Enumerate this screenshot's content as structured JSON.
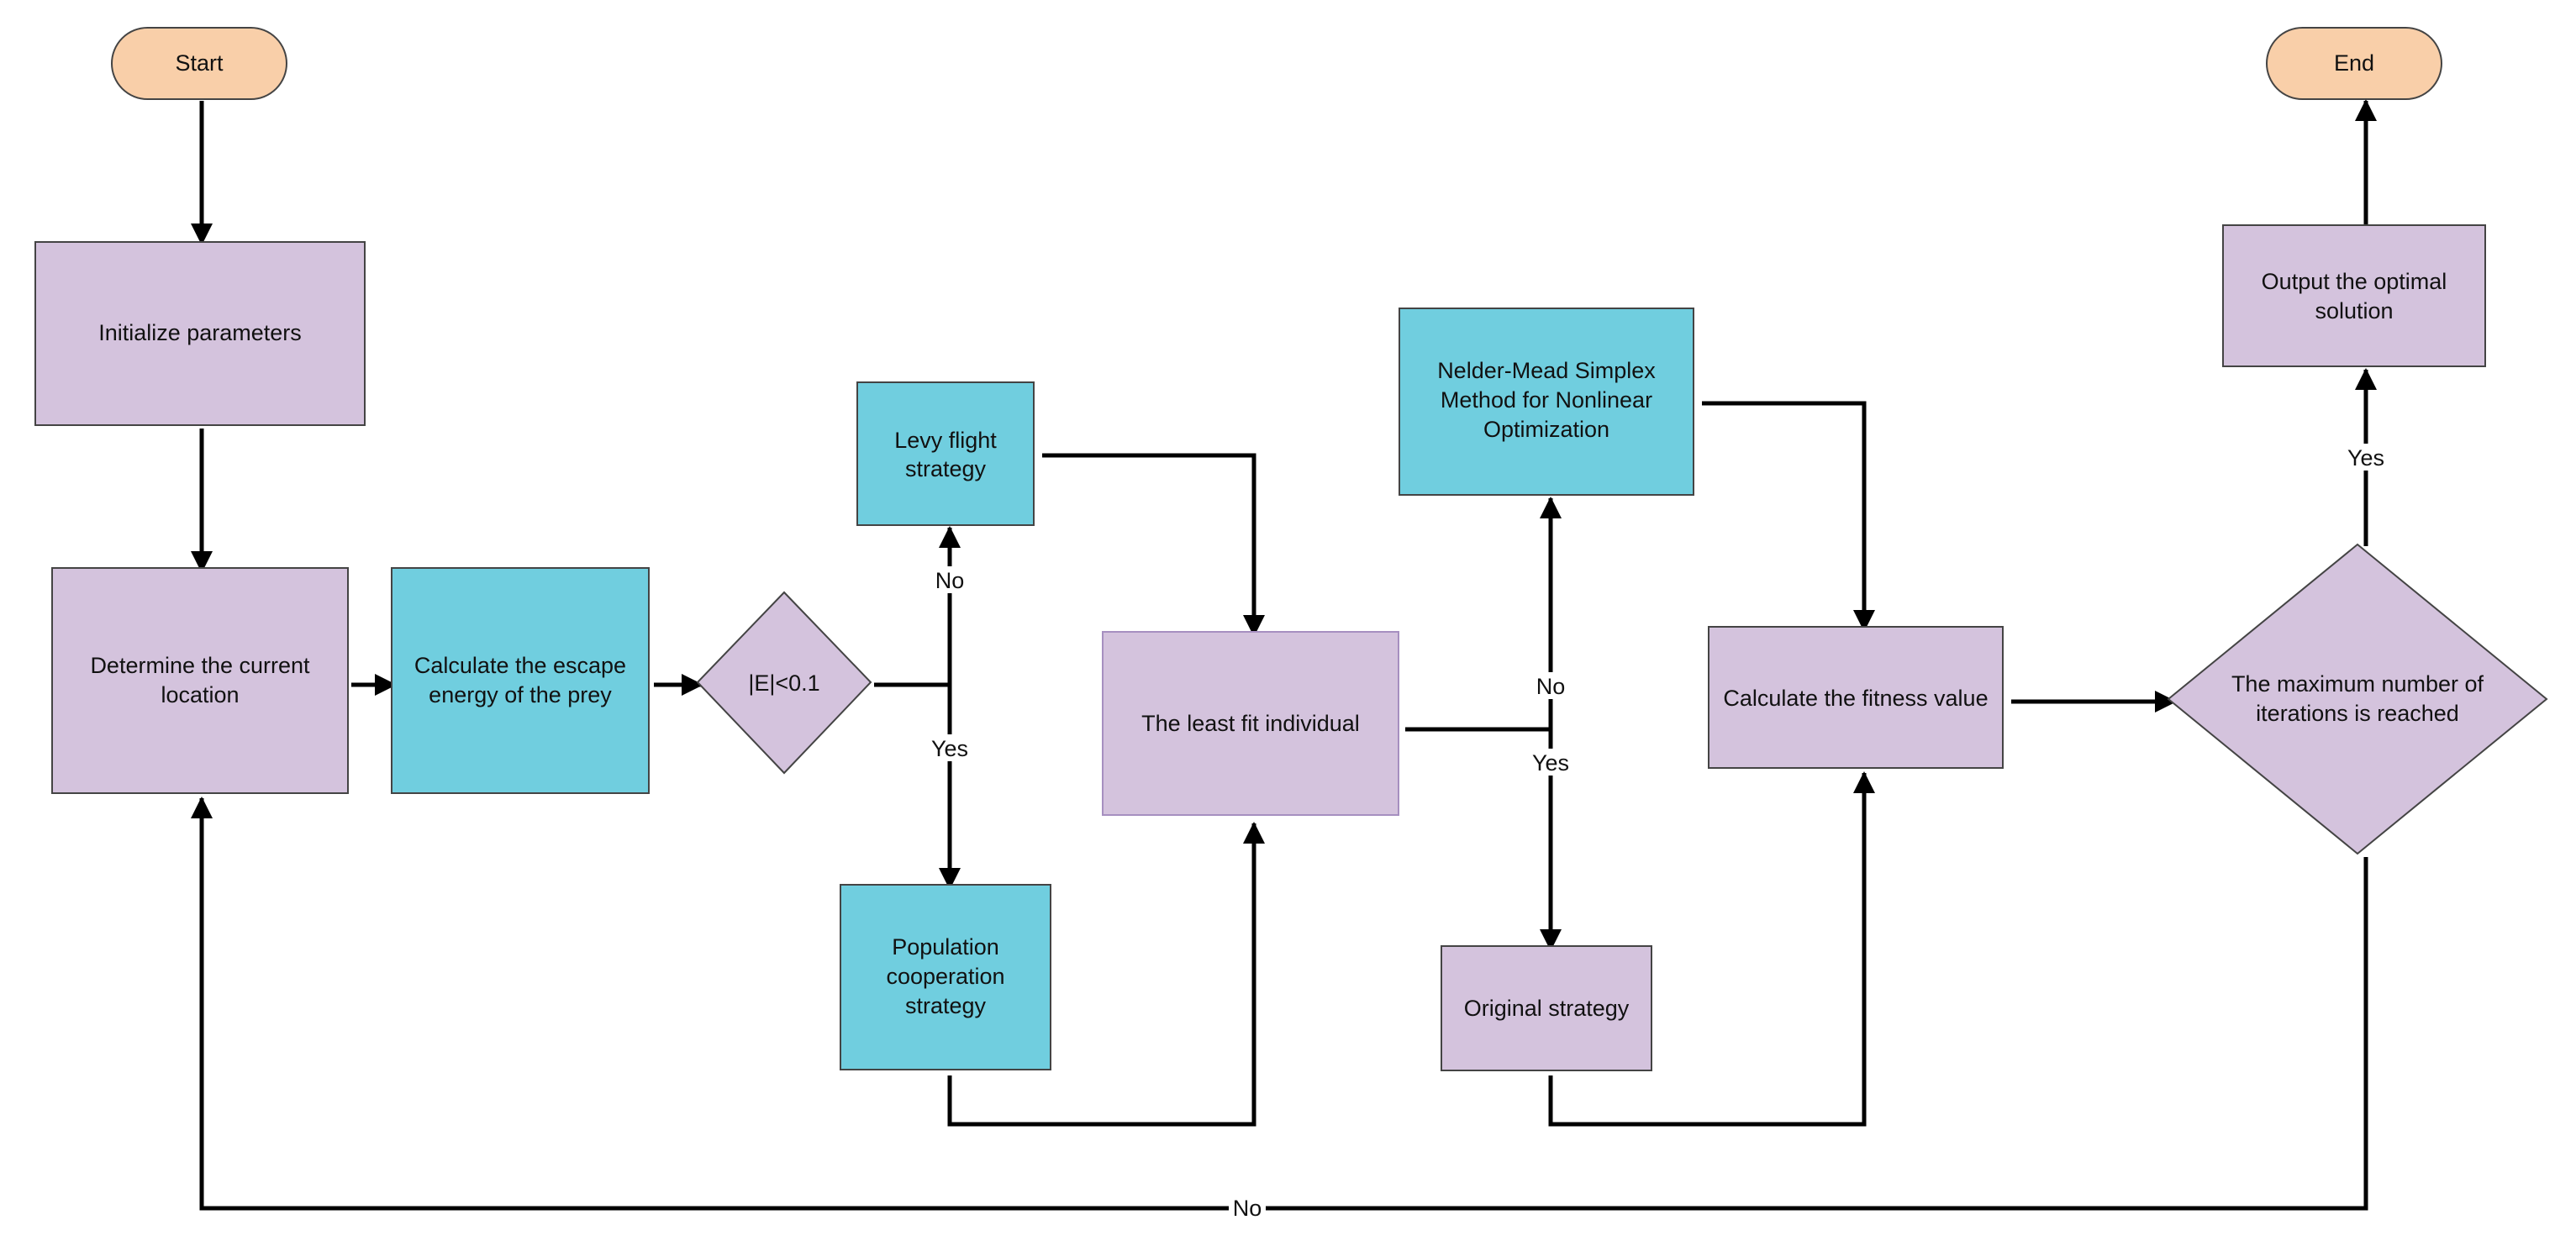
{
  "colors": {
    "terminal_fill": "#F9CFA9",
    "process_fill": "#D4C3DD",
    "strategy_fill": "#70CEDF",
    "border": "#444444",
    "connector": "#000000"
  },
  "nodes": {
    "start": "Start",
    "end": "End",
    "initialize": "Initialize parameters",
    "determine": [
      "Determine the current",
      "location"
    ],
    "escape": [
      "Calculate the escape",
      "energy of the prey"
    ],
    "decision_e": "|E|<0.1",
    "levy": [
      "Levy flight",
      "strategy"
    ],
    "population": [
      "Population",
      "cooperation",
      "strategy"
    ],
    "least_fit": "The least fit individual",
    "nelder_mead": [
      "Nelder-Mead Simplex",
      "Method for Nonlinear",
      "Optimization"
    ],
    "original": "Original strategy",
    "fitness": "Calculate the fitness value",
    "max_iter": [
      "The maximum number of",
      "iterations is reached"
    ],
    "output": [
      "Output the optimal",
      "solution"
    ]
  },
  "edge_labels": {
    "no_levy": "No",
    "yes_population": "Yes",
    "no_nelder": "No",
    "yes_original": "Yes",
    "yes_output": "Yes",
    "no_loop": "No"
  }
}
